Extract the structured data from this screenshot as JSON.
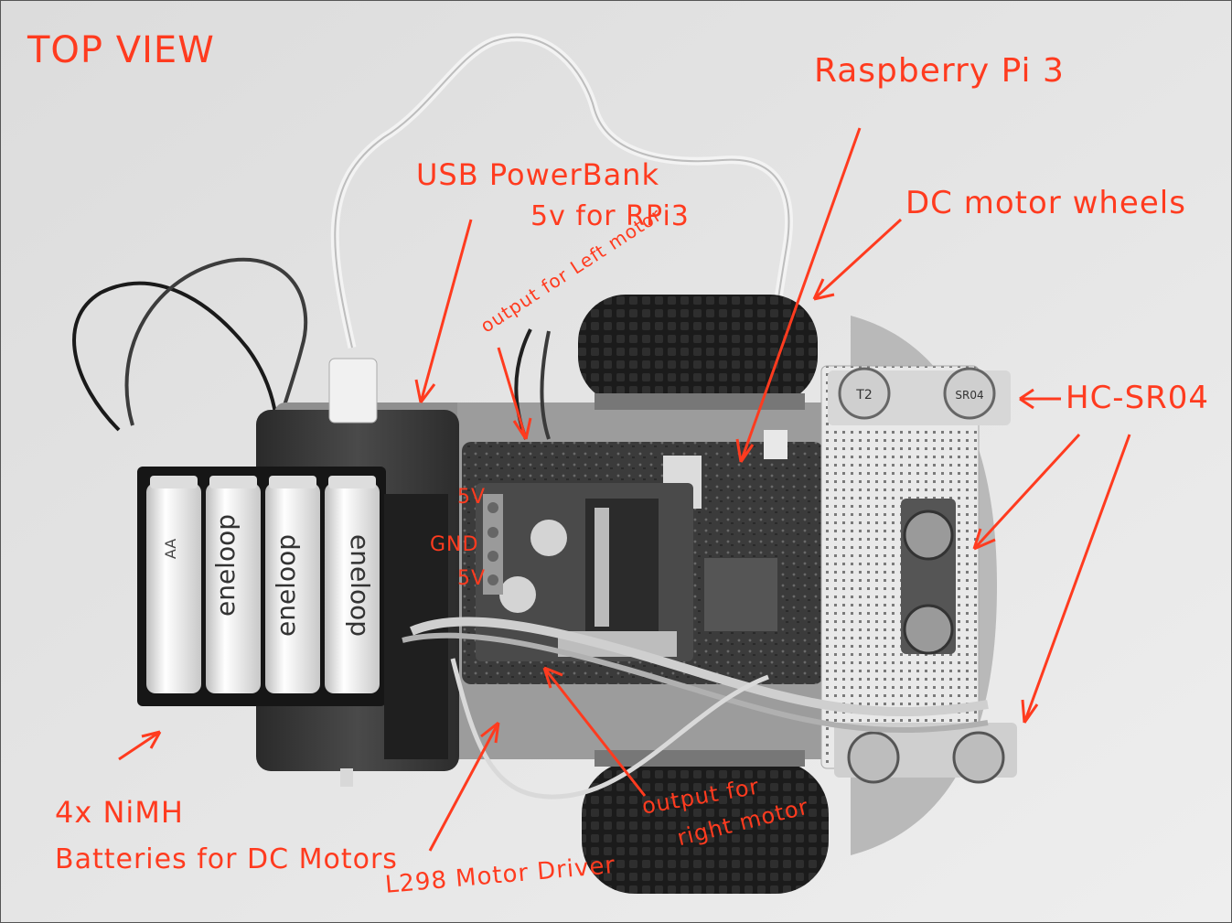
{
  "annotations": {
    "view_title": "TOP VIEW",
    "raspberry_pi": "Raspberry Pi 3",
    "power_bank_line1": "USB PowerBank",
    "power_bank_line2": "5v for RPi3",
    "dc_motor_wheels": "DC motor wheels",
    "left_motor_output": "output for Left motor",
    "sensor": "HC-SR04",
    "pin_5v_top": "5V",
    "pin_gnd": "GND",
    "pin_5v_bottom": "5V",
    "batteries_line1": "4x NiMH",
    "batteries_line2": "Batteries for DC Motors",
    "motor_driver": "L298 Motor Driver",
    "right_motor_output_line1": "output for",
    "right_motor_output_line2": "right motor"
  },
  "printed_labels": {
    "battery_brand": "eneloop",
    "battery_size": "AA",
    "sensor_marking_1": "T2",
    "sensor_marking_2": "SR04"
  },
  "colors": {
    "annotation": "#ff3b1f",
    "background": "#e6e6e6"
  }
}
